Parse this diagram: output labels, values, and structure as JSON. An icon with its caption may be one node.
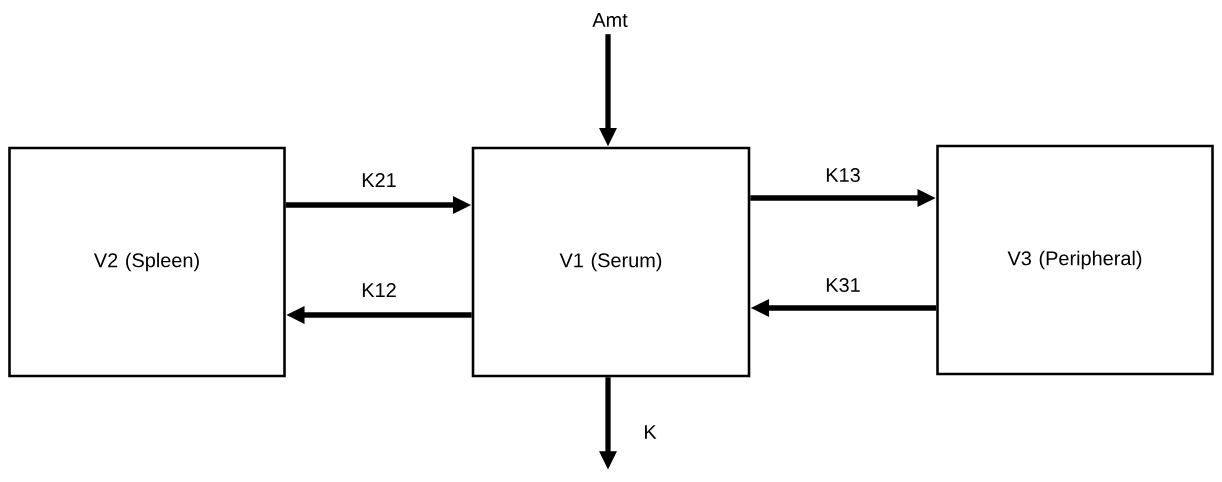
{
  "diagram": {
    "nodes": [
      {
        "text": [
          "V2 (Spleen)"
        ]
      },
      {
        "text": [
          "V1 (Serum)"
        ]
      },
      {
        "text": [
          "V3 (Peripheral)"
        ]
      },
      {
        "text": [
          "Amt"
        ]
      }
    ],
    "edges": [
      {
        "from": 0,
        "to": 1,
        "arrow": "to",
        "label": "K21"
      },
      {
        "from": 1,
        "to": 0,
        "arrow": "to",
        "label": "K12"
      },
      {
        "from": 1,
        "to": 2,
        "arrow": "to",
        "label": "K13"
      },
      {
        "from": 2,
        "to": 1,
        "arrow": "to",
        "label": "K31"
      },
      {
        "from": 3,
        "to": 1,
        "arrow": "to"
      },
      {
        "from": 1,
        "to": null,
        "arrow": "to",
        "label": "K"
      }
    ]
  }
}
